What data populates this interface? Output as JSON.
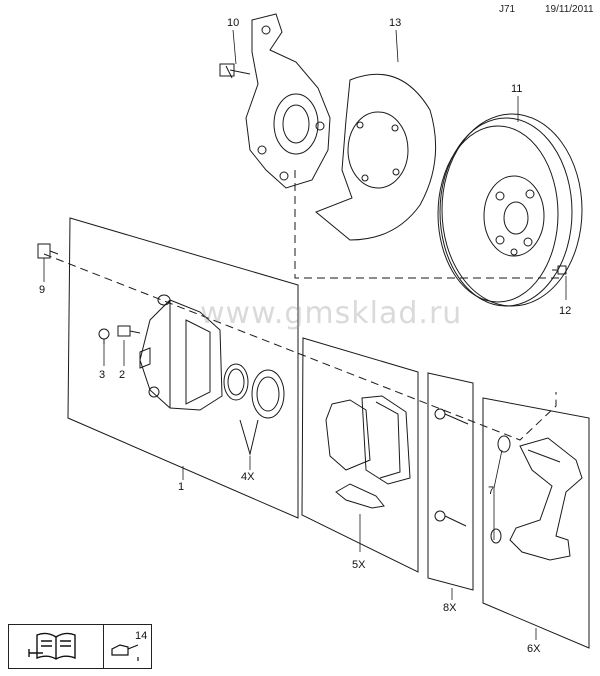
{
  "header": {
    "page_code": "J71",
    "date": "19/11/2011"
  },
  "watermark": "www.gmsklad.ru",
  "callouts": {
    "c1": "1",
    "c2": "2",
    "c3": "3",
    "c4": "4X",
    "c5": "5X",
    "c6": "6X",
    "c7": "7",
    "c8": "8X",
    "c9": "9",
    "c10": "10",
    "c11": "11",
    "c12": "12",
    "c13": "13",
    "c14": "14"
  },
  "legend": {
    "icons": [
      "manual-book-wrench-icon",
      "oil-can-icon"
    ],
    "item_number": "14"
  },
  "colors": {
    "line": "#1a1a1a",
    "background": "#ffffff",
    "watermark": "#969696"
  }
}
